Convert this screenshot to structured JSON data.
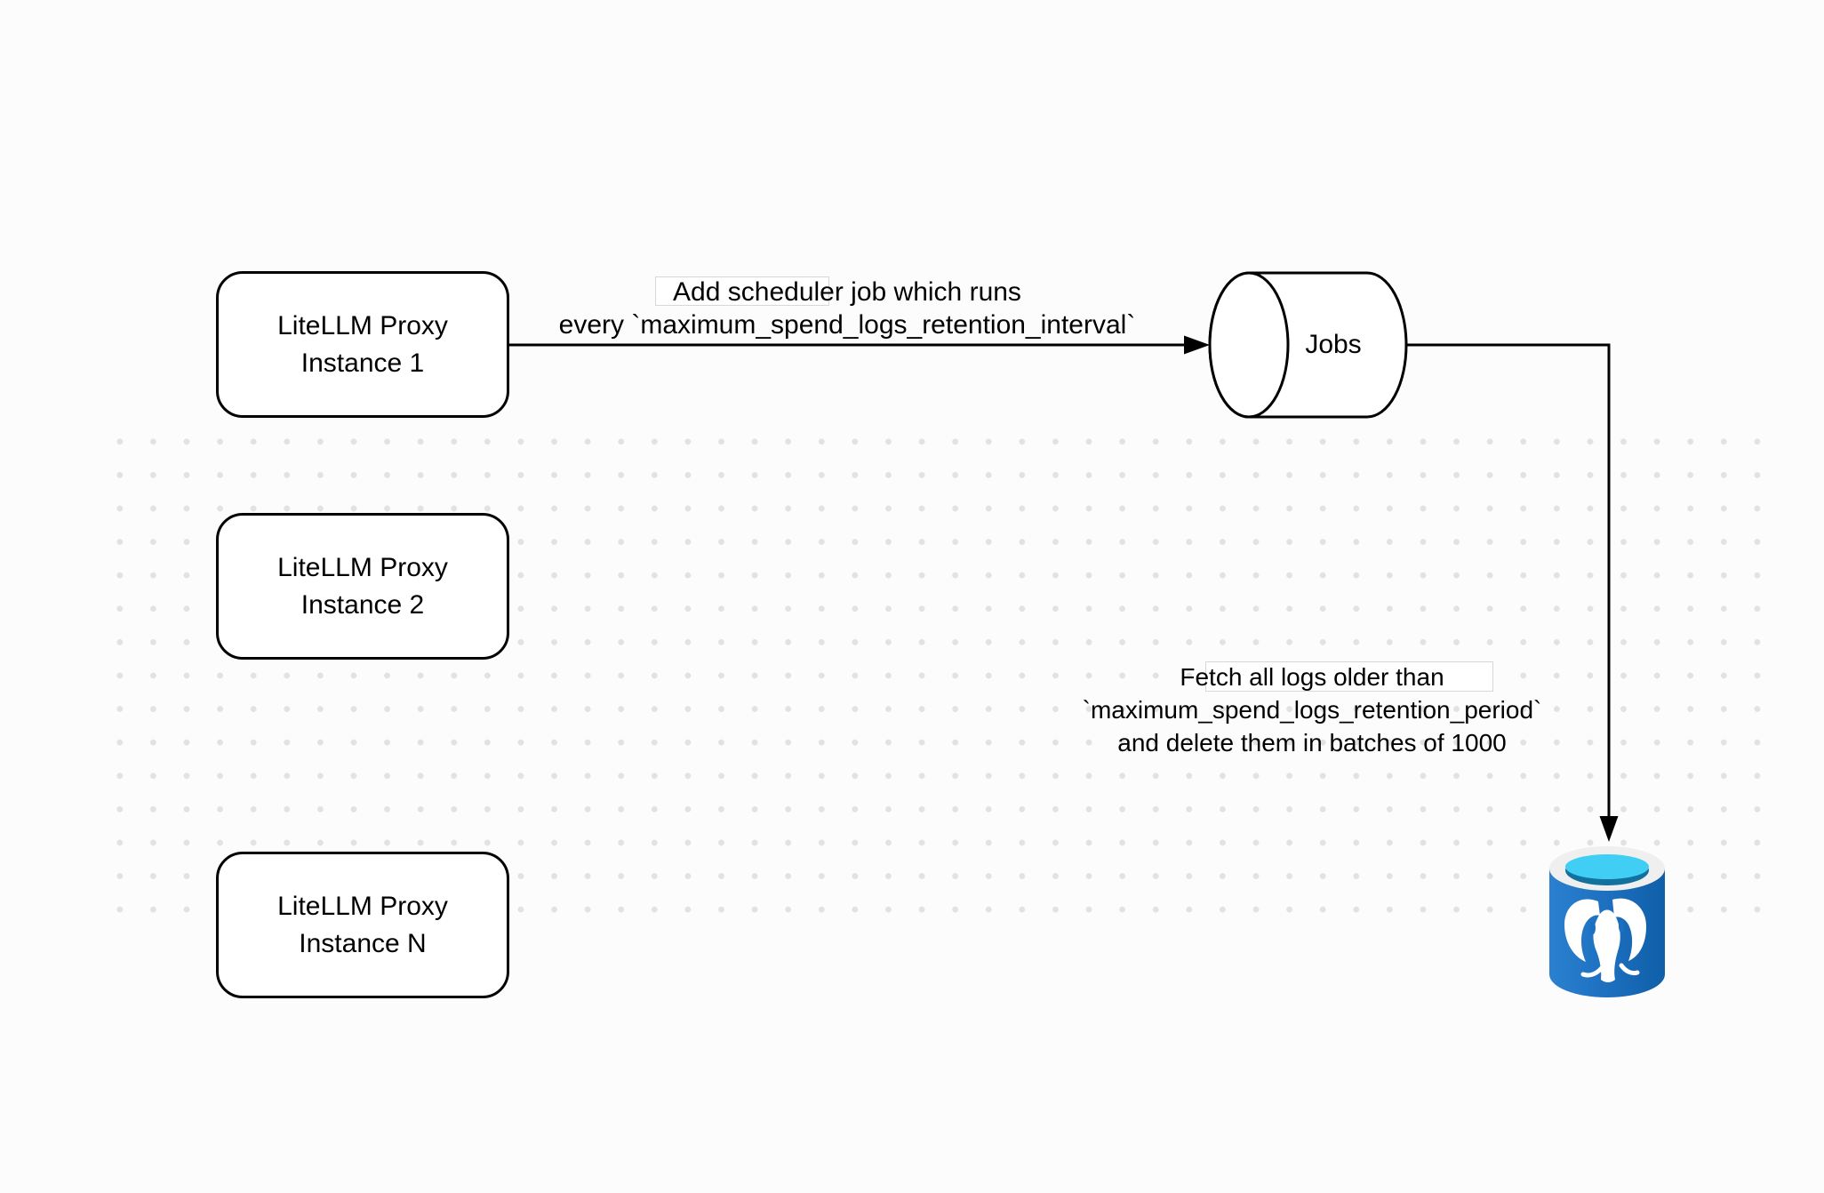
{
  "diagram": {
    "nodes": {
      "proxy1": {
        "line1": "LiteLLM Proxy",
        "line2": "Instance 1"
      },
      "proxy2": {
        "line1": "LiteLLM Proxy",
        "line2": "Instance 2"
      },
      "proxyN": {
        "line1": "LiteLLM Proxy",
        "line2": "Instance N"
      },
      "jobs": {
        "label": "Jobs"
      },
      "database": {
        "icon": "postgresql-database-icon"
      }
    },
    "edges": {
      "scheduler": {
        "line1": "Add scheduler job which runs",
        "line2": "every `maximum_spend_logs_retention_interval`"
      },
      "fetch": {
        "line1": "Fetch all logs older than",
        "line2": "`maximum_spend_logs_retention_period`",
        "line3": "and delete them in batches of 1000"
      }
    },
    "colors": {
      "stroke": "#000000",
      "background": "#fcfcfc",
      "grid_dot": "#e2e2e2",
      "node_fill": "#ffffff",
      "db_blue": "#1d6fc0",
      "db_blue_light": "#2a81cf",
      "db_blue_dark": "#0f5fa8",
      "db_cyan": "#40cef4",
      "db_teal": "#12719f",
      "db_rim": "#efefef"
    }
  }
}
